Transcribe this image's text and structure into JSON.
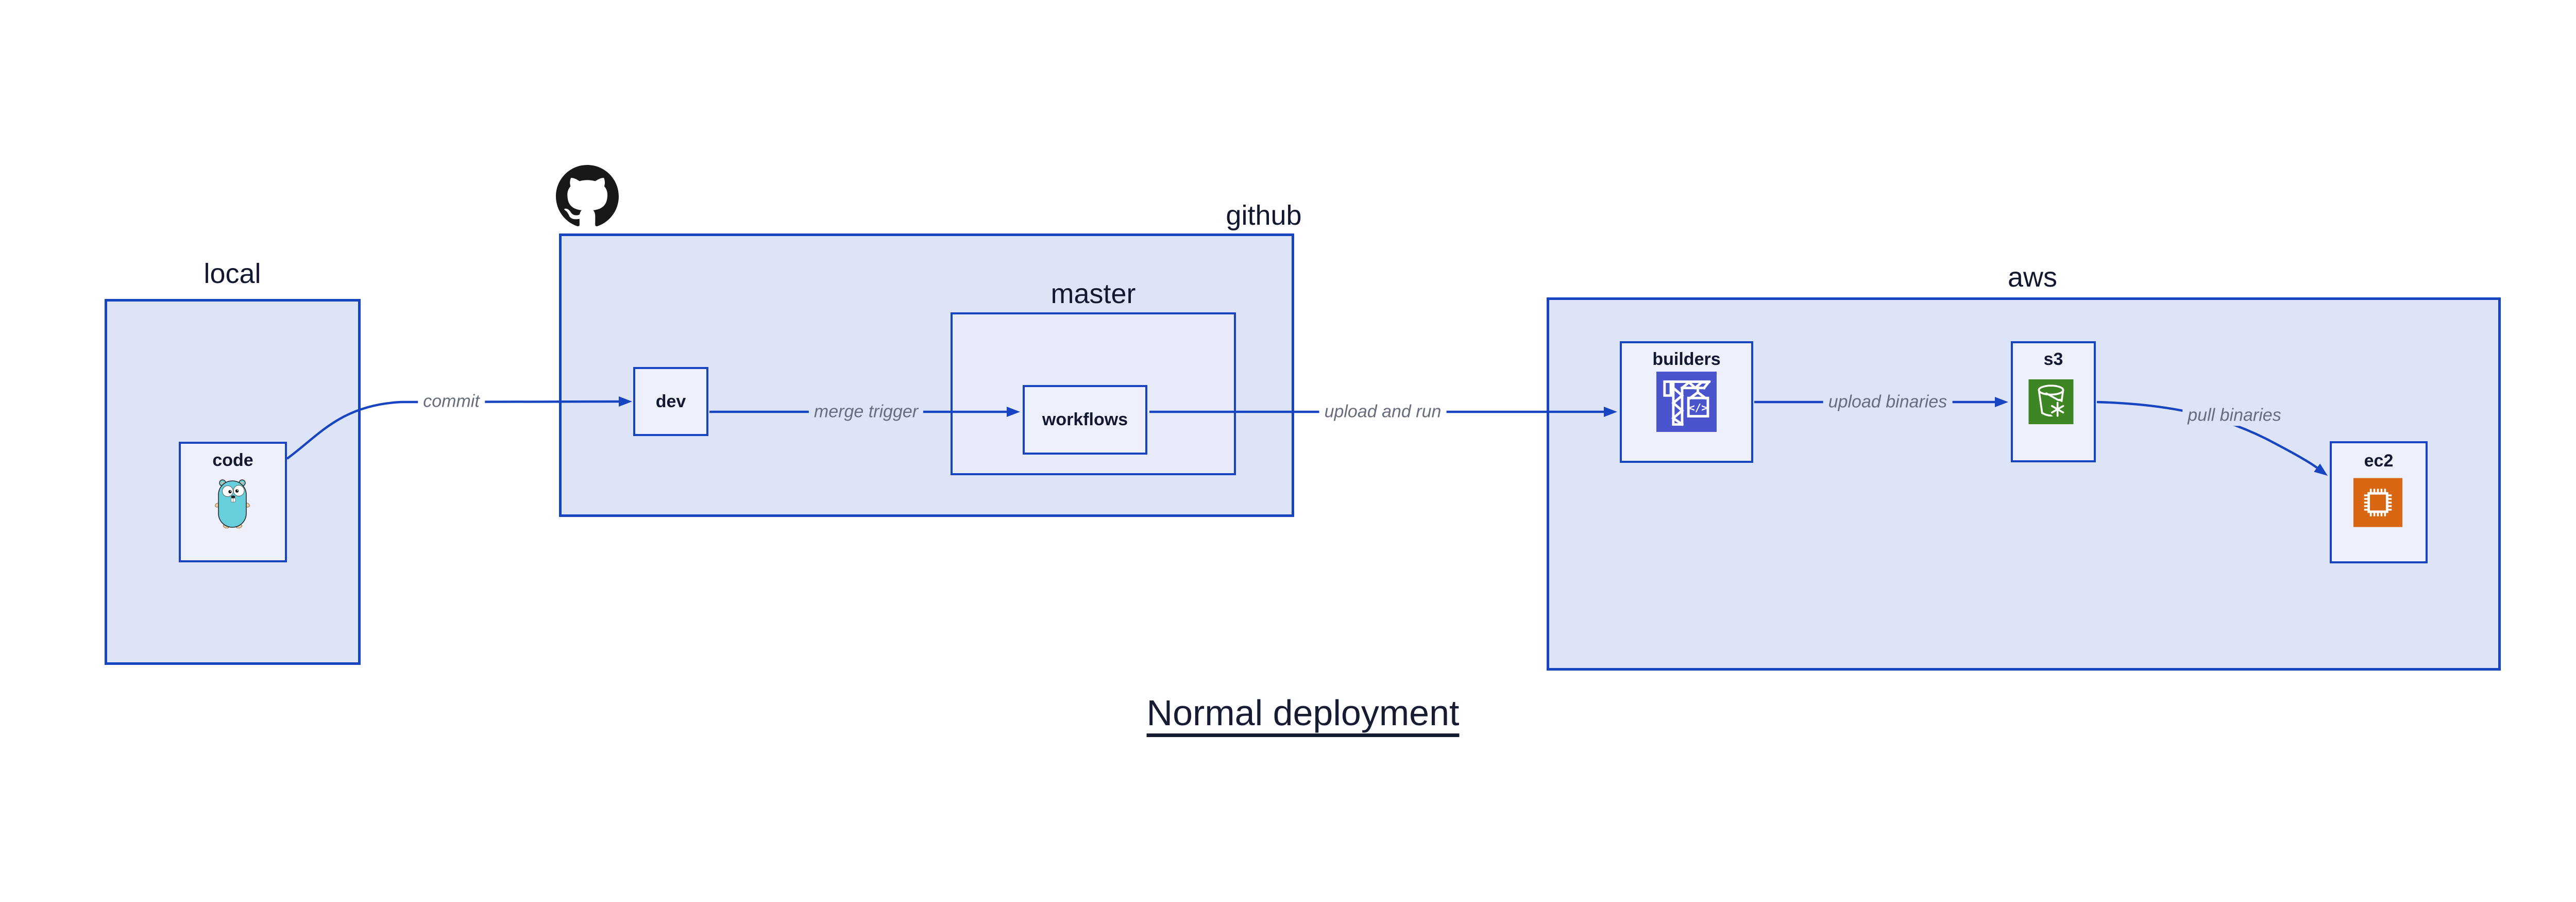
{
  "diagram": {
    "title": "Normal deployment",
    "groups": {
      "local": {
        "label": "local"
      },
      "github": {
        "label": "github"
      },
      "master": {
        "label": "master"
      },
      "aws": {
        "label": "aws"
      }
    },
    "nodes": {
      "code": {
        "label": "code"
      },
      "dev": {
        "label": "dev"
      },
      "workflows": {
        "label": "workflows"
      },
      "builders": {
        "label": "builders"
      },
      "s3": {
        "label": "s3"
      },
      "ec2": {
        "label": "ec2"
      }
    },
    "edges": {
      "commit": {
        "label": "commit"
      },
      "merge_trigger": {
        "label": "merge trigger"
      },
      "upload_and_run": {
        "label": "upload and run"
      },
      "upload_binaries": {
        "label": "upload binaries"
      },
      "pull_binaries": {
        "label": "pull binaries"
      }
    },
    "icons": {
      "github_logo": "github-octocat",
      "code": "go-gopher",
      "builders": "codebuild-crane",
      "s3": "s3-glacier-bucket",
      "ec2": "ec2-chip"
    },
    "colors": {
      "stroke_blue": "#1745c2",
      "group_fill": "#dde4f8",
      "subgroup_fill": "#e7ebfa",
      "node_fill": "#eef1fc",
      "label_navy": "#131831",
      "edge_label_gray": "#676d7c",
      "github_black": "#191717",
      "builders_icon_bg": "#4a54cc",
      "s3_icon_bg": "#3e8624",
      "ec2_icon_bg": "#d86613",
      "gopher_teal": "#66cfdb",
      "canvas_bg": "#ffffff"
    }
  }
}
